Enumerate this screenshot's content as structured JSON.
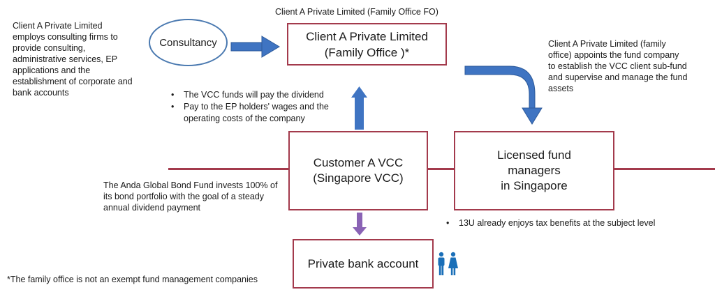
{
  "top_caption": "Client A Private Limited (Family Office FO)",
  "left_note": "Client A Private Limited employs consulting firms to provide consulting, administrative services, EP applications and the establishment of corporate and bank accounts",
  "consultancy_label": "Consultancy",
  "family_office_box": {
    "line1": "Client A Private Limited",
    "line2": "(Family Office )*"
  },
  "right_note": "Client A Private Limited (family office) appoints the fund company to establish the VCC client sub-fund and supervise and manage the fund assets",
  "dividend_bullets": [
    "The VCC funds will pay the dividend",
    "Pay to the EP holders' wages and the operating costs of the company"
  ],
  "vcc_box": {
    "line1": "Customer A VCC",
    "line2": "(Singapore VCC)"
  },
  "fund_managers_box": {
    "line1": "Licensed fund",
    "line2": "managers",
    "line3": "in Singapore"
  },
  "bond_note": "The Anda Global Bond Fund invests 100% of its bond portfolio with the goal of a steady annual dividend payment",
  "tax_bullet": "13U already enjoys tax benefits at the subject level",
  "bank_box_label": "Private bank account",
  "footnote": "*The family office is not an exempt fund management companies",
  "icons": {
    "people": "people-icon"
  },
  "colors": {
    "box_border": "#a33a4c",
    "blue_arrow": "#3f74c2",
    "purple_arrow": "#8a63b5",
    "ellipse_border": "#4a79b0",
    "people_icon": "#1a6fb8"
  }
}
